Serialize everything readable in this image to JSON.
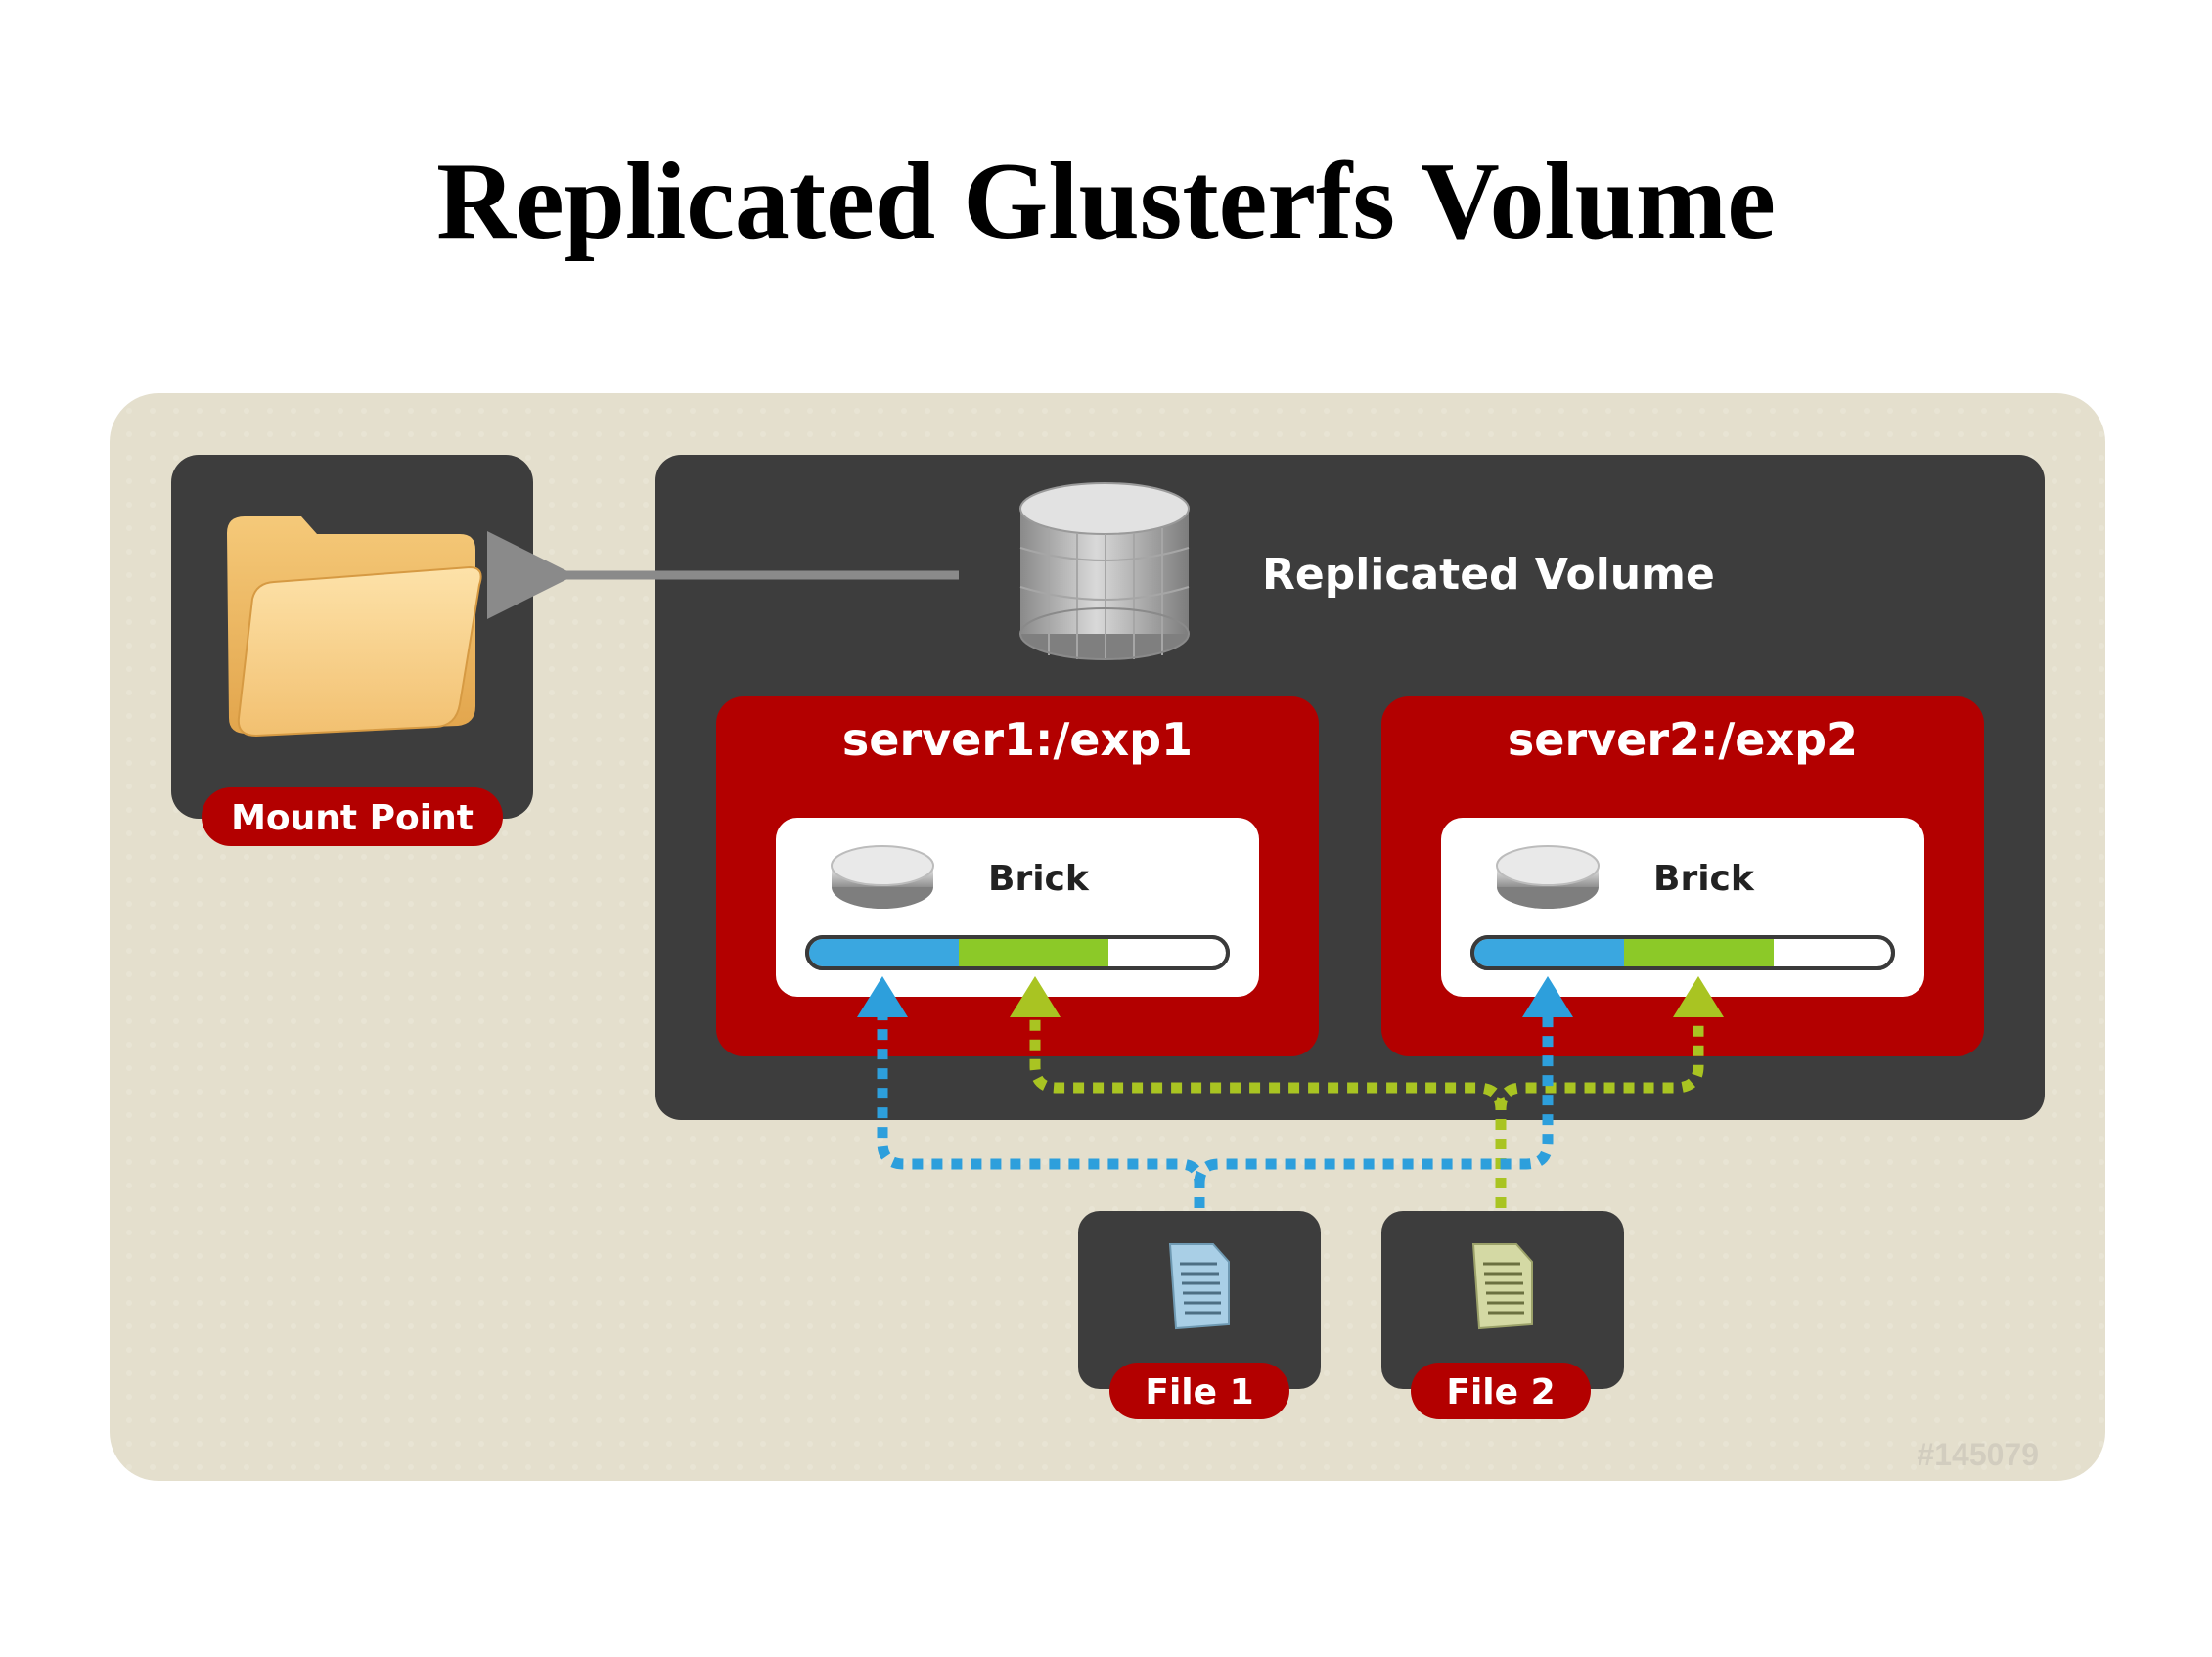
{
  "title": "Replicated Glusterfs Volume",
  "mount": {
    "label": "Mount Point",
    "icon": "folder-icon"
  },
  "volume": {
    "label": "Replicated Volume",
    "icon": "database-cylinder-icon"
  },
  "servers": [
    {
      "label": "server1:/exp1",
      "brick_label": "Brick",
      "icon": "disk-icon"
    },
    {
      "label": "server2:/exp2",
      "brick_label": "Brick",
      "icon": "disk-icon"
    }
  ],
  "files": [
    {
      "label": "File 1",
      "icon": "document-icon",
      "color": "#a9cfe6"
    },
    {
      "label": "File 2",
      "icon": "document-icon",
      "color": "#d4d9a4"
    }
  ],
  "reference": "#145079",
  "colors": {
    "background": "#e4dfcd",
    "panel": "#3d3d3d",
    "server_red": "#b30000",
    "file1_blue": "#2d9fdc",
    "file2_green": "#a9c422",
    "fill_blue": "#3aa7e0",
    "fill_green": "#8cc928"
  }
}
